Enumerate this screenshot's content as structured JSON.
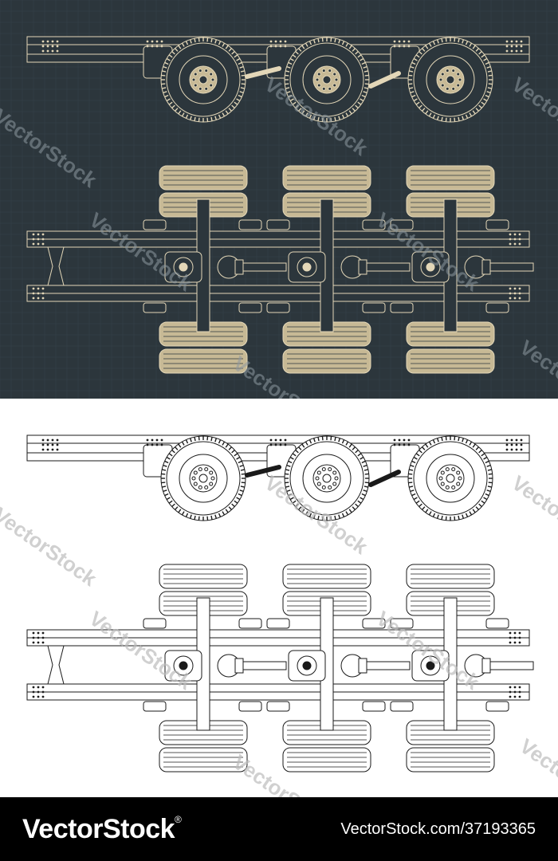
{
  "colors": {
    "blueprint_bg": "#2c363c",
    "blueprint_grid": "#36424a",
    "blueprint_line": "#e3d7b8",
    "blueprint_fill": "#c7b995",
    "sheet_bg": "#ffffff",
    "sheet_line": "#1a1a1a",
    "footer_bg": "#000000",
    "footer_text": "#ffffff",
    "watermark_dark": "#8e9aa0",
    "watermark_light": "#bcbcbc"
  },
  "watermark": {
    "text": "VectorStock"
  },
  "footer": {
    "brand": "VectorStock",
    "registered_mark": "®",
    "image_id": "VectorStock.com/37193365"
  },
  "drawing": {
    "axle_count": 3,
    "views": [
      "side-view",
      "top-view"
    ],
    "variants": [
      "dark-blueprint",
      "light-line-art"
    ]
  }
}
